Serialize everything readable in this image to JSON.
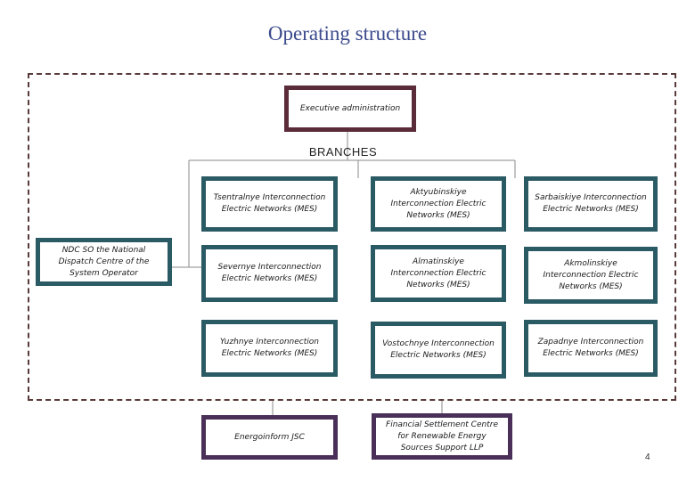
{
  "title": "Operating structure",
  "executive": "Executive administration",
  "branches_label": "BRANCHES",
  "ndc": "NDC SO the National Dispatch Centre of the System Operator",
  "branches": [
    "Tsentralnye Interconnection Electric Networks (MES)",
    "Aktyubinskiye Interconnection Electric Networks (MES)",
    "Sarbaiskiye Interconnection Electric Networks (MES)",
    "Severnye Interconnection Electric Networks (MES)",
    "Almatinskiye Interconnection Electric Networks (MES)",
    "Akmolinskiye Interconnection Electric Networks (MES)",
    "Yuzhnye Interconnection Electric Networks (MES)",
    "Vostochnye Interconnection Electric Networks (MES)",
    "Zapadnye Interconnection Electric Networks (MES)"
  ],
  "subsidiaries": [
    "Energoinform JSC",
    "Financial Settlement Centre for Renewable Energy Sources Support LLP"
  ],
  "page_number": "4",
  "colors": {
    "title": "#3b4a8c",
    "teal_border": "#2a5a64",
    "maroon_border": "#5a2b38",
    "purple_border": "#4a3058",
    "connector": "#8a8a8a"
  }
}
